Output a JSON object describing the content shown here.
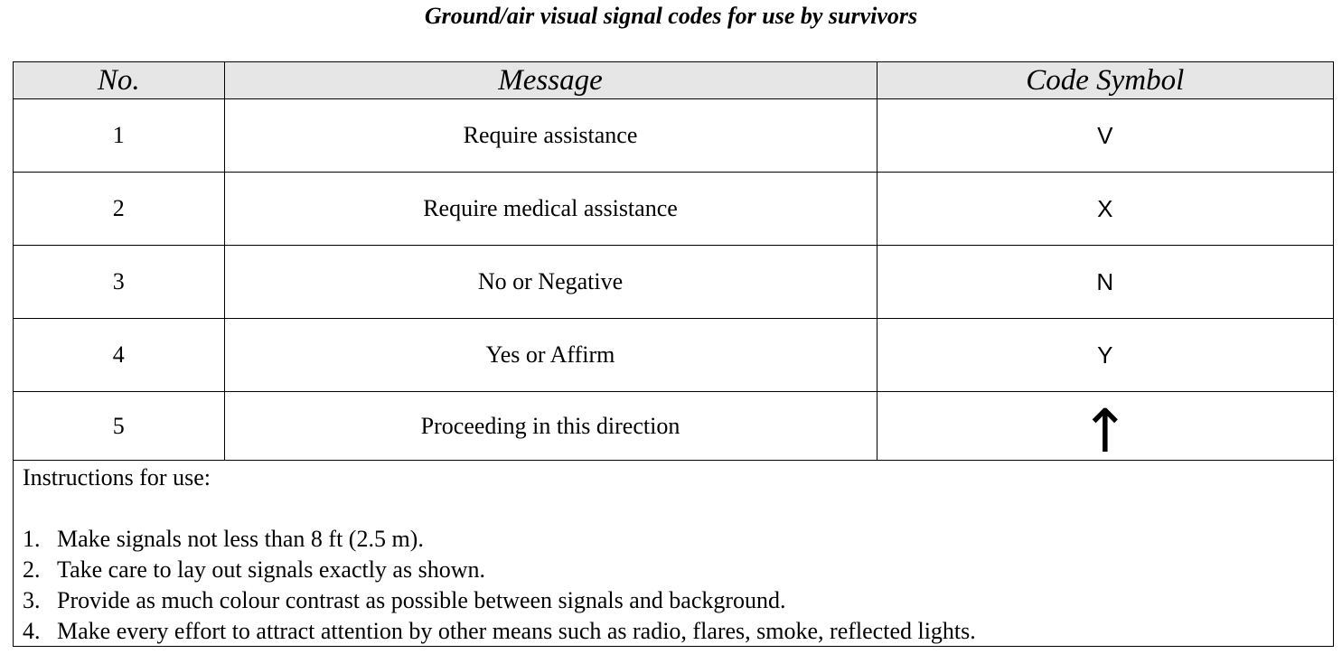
{
  "document": {
    "title": "Ground/air visual signal codes for use by survivors"
  },
  "table": {
    "headers": {
      "number": "No.",
      "message": "Message",
      "symbol": "Code Symbol"
    },
    "rows": [
      {
        "number": "1",
        "message": "Require assistance",
        "symbol": "V"
      },
      {
        "number": "2",
        "message": "Require medical assistance",
        "symbol": "X"
      },
      {
        "number": "3",
        "message": "No or Negative",
        "symbol": "N"
      },
      {
        "number": "4",
        "message": "Yes or Affirm",
        "symbol": "Y"
      },
      {
        "number": "5",
        "message": "Proceeding in this direction",
        "symbol": "↑"
      }
    ]
  },
  "instructions": {
    "heading": "Instructions for use:",
    "items": [
      {
        "number": "1.",
        "text": "Make signals not less than 8 ft (2.5 m)."
      },
      {
        "number": "2.",
        "text": "Take care to lay out signals exactly as shown."
      },
      {
        "number": "3.",
        "text": "Provide as much colour contrast as possible between signals and background."
      },
      {
        "number": "4.",
        "text": "Make every effort to attract attention by other means such as radio, flares, smoke, reflected lights."
      }
    ]
  }
}
